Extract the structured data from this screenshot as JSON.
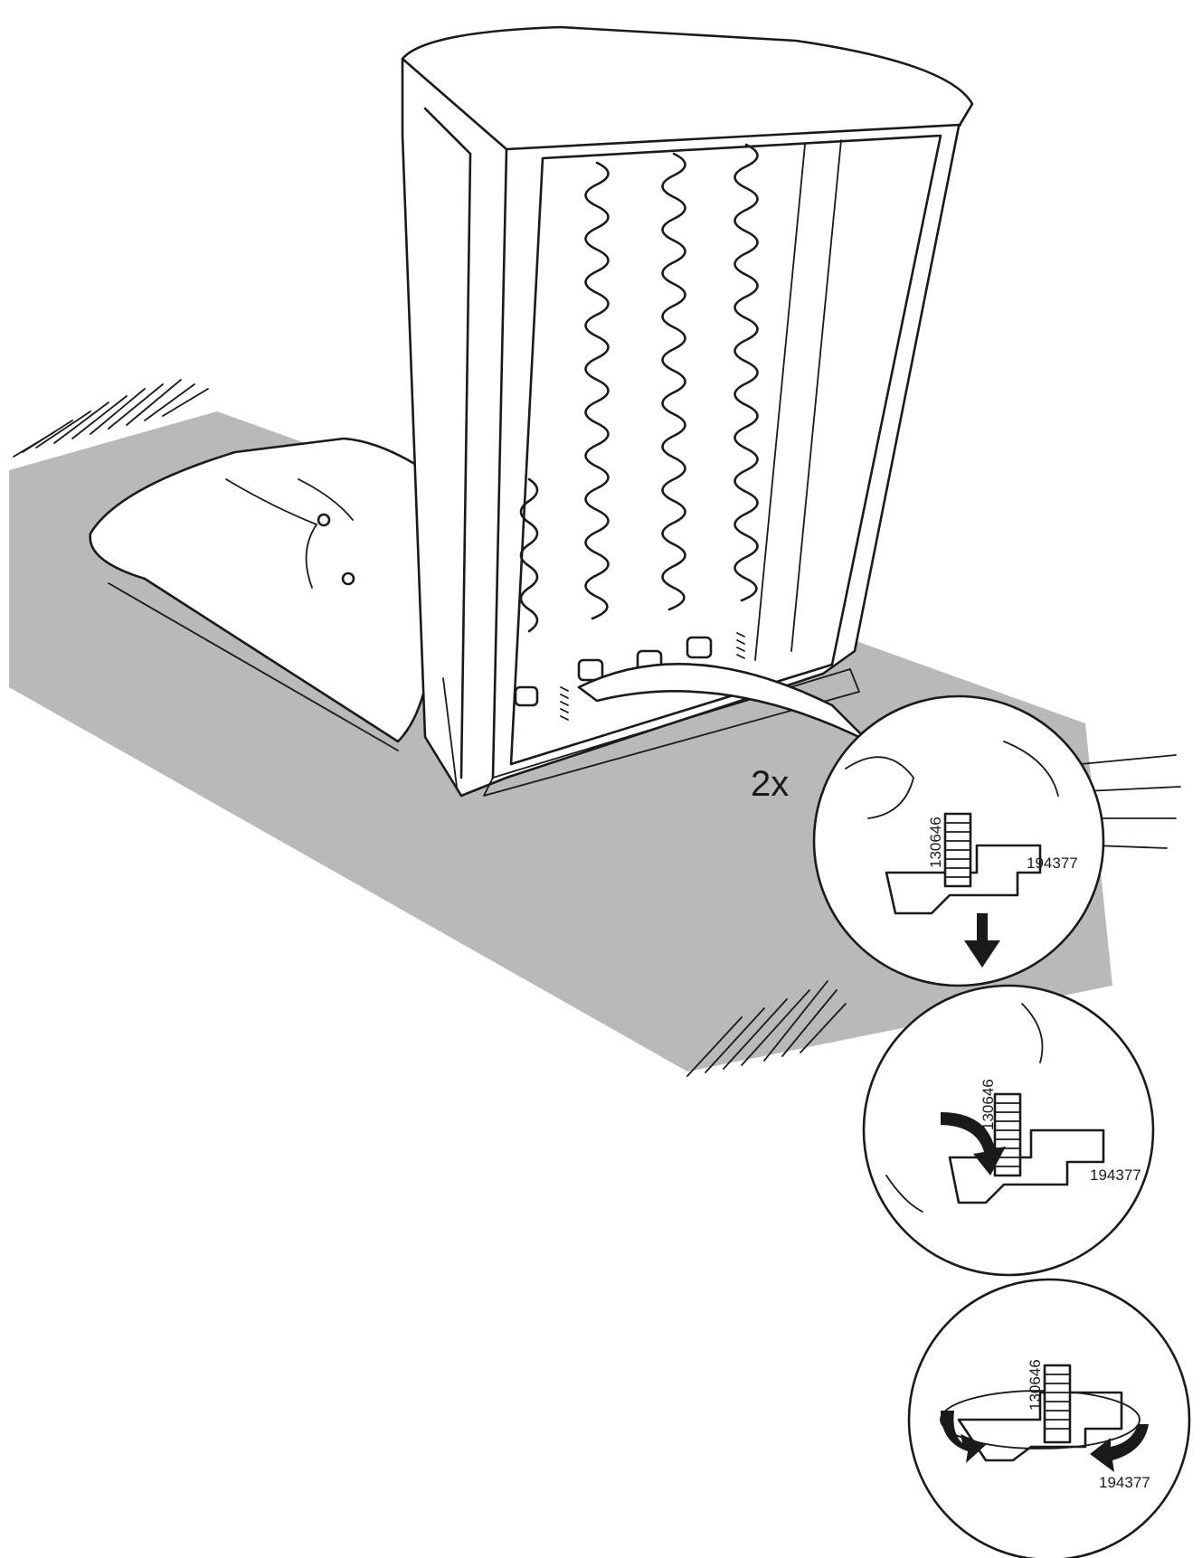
{
  "step": {
    "quantity_label": "2x"
  },
  "parts": {
    "bolt_code": "130646",
    "fitting_code": "194377"
  },
  "detail_views": [
    {
      "bolt_label": "130646",
      "fitting_label": "194377"
    },
    {
      "bolt_label": "130646",
      "fitting_label": "194377"
    },
    {
      "bolt_label": "130646",
      "fitting_label": "194377"
    }
  ],
  "colors": {
    "line": "#1a1a1a",
    "rug": "#b9b9b9",
    "background": "#ffffff"
  }
}
